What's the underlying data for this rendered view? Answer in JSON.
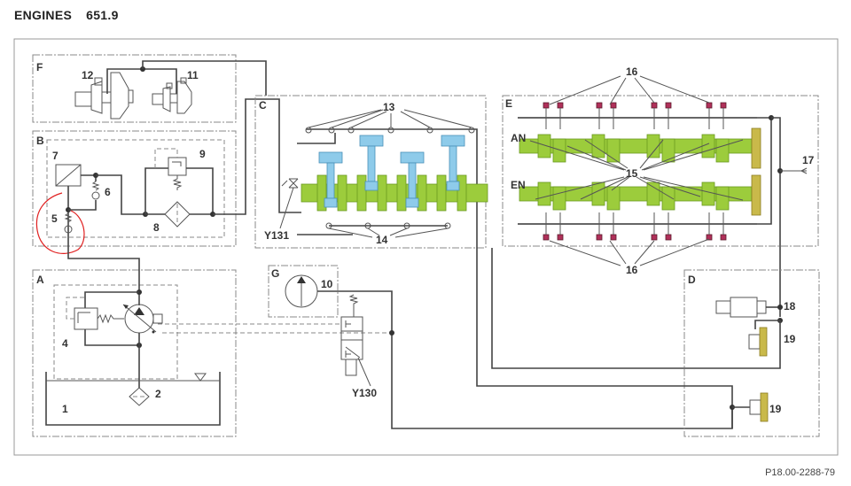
{
  "header": {
    "section": "ENGINES",
    "model": "651.9"
  },
  "figure_code": "P18.00-2288-79",
  "groups": {
    "A": "A",
    "B": "B",
    "C": "C",
    "D": "D",
    "E": "E",
    "F": "F",
    "G": "G"
  },
  "components": {
    "c1": "1",
    "c2": "2",
    "c4": "4",
    "c5": "5",
    "c6": "6",
    "c7": "7",
    "c8": "8",
    "c9": "9",
    "c10": "10",
    "c11": "11",
    "c12": "12",
    "c13": "13",
    "c14": "14",
    "c15": "15",
    "c16_top": "16",
    "c16_bottom": "16",
    "c17": "17",
    "c18": "18",
    "c19_upper": "19",
    "c19_lower": "19",
    "y130": "Y130",
    "y131": "Y131",
    "an": "AN",
    "en": "EN"
  },
  "annotation": {
    "highlight_color": "#e02020",
    "note": "red hand-drawn circle around item 5"
  },
  "colors": {
    "crankshaft": "#9ccc3c",
    "piston": "#8ecbea",
    "sensor": "#b0305a",
    "sprocket": "#c9b94a"
  }
}
